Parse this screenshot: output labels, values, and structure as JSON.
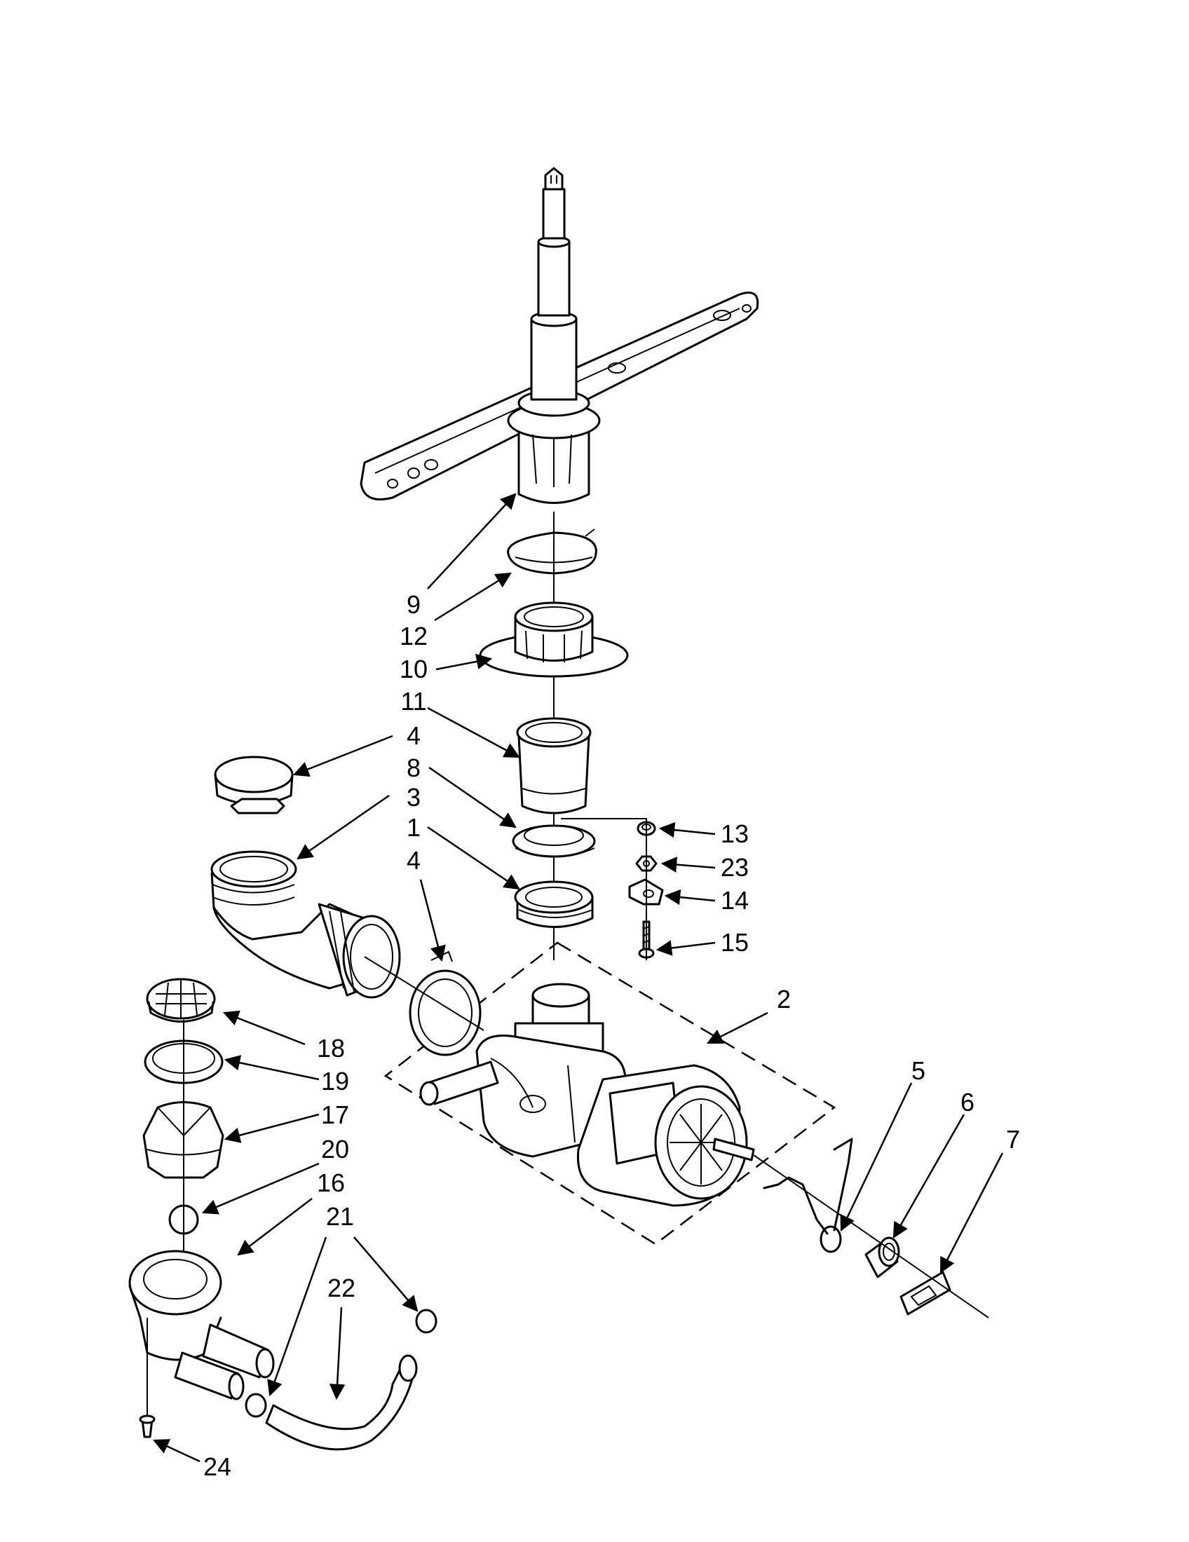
{
  "callouts": [
    {
      "id": "c1",
      "text": "1"
    },
    {
      "id": "c2",
      "text": "2"
    },
    {
      "id": "c3",
      "text": "3"
    },
    {
      "id": "c4a",
      "text": "4"
    },
    {
      "id": "c4b",
      "text": "4"
    },
    {
      "id": "c5",
      "text": "5"
    },
    {
      "id": "c6",
      "text": "6"
    },
    {
      "id": "c7",
      "text": "7"
    },
    {
      "id": "c8",
      "text": "8"
    },
    {
      "id": "c9",
      "text": "9"
    },
    {
      "id": "c10",
      "text": "10"
    },
    {
      "id": "c11",
      "text": "11"
    },
    {
      "id": "c12",
      "text": "12"
    },
    {
      "id": "c13",
      "text": "13"
    },
    {
      "id": "c14",
      "text": "14"
    },
    {
      "id": "c15",
      "text": "15"
    },
    {
      "id": "c16",
      "text": "16"
    },
    {
      "id": "c17",
      "text": "17"
    },
    {
      "id": "c18",
      "text": "18"
    },
    {
      "id": "c19",
      "text": "19"
    },
    {
      "id": "c20",
      "text": "20"
    },
    {
      "id": "c21",
      "text": "21"
    },
    {
      "id": "c22",
      "text": "22"
    },
    {
      "id": "c23",
      "text": "23"
    },
    {
      "id": "c24",
      "text": "24"
    }
  ]
}
